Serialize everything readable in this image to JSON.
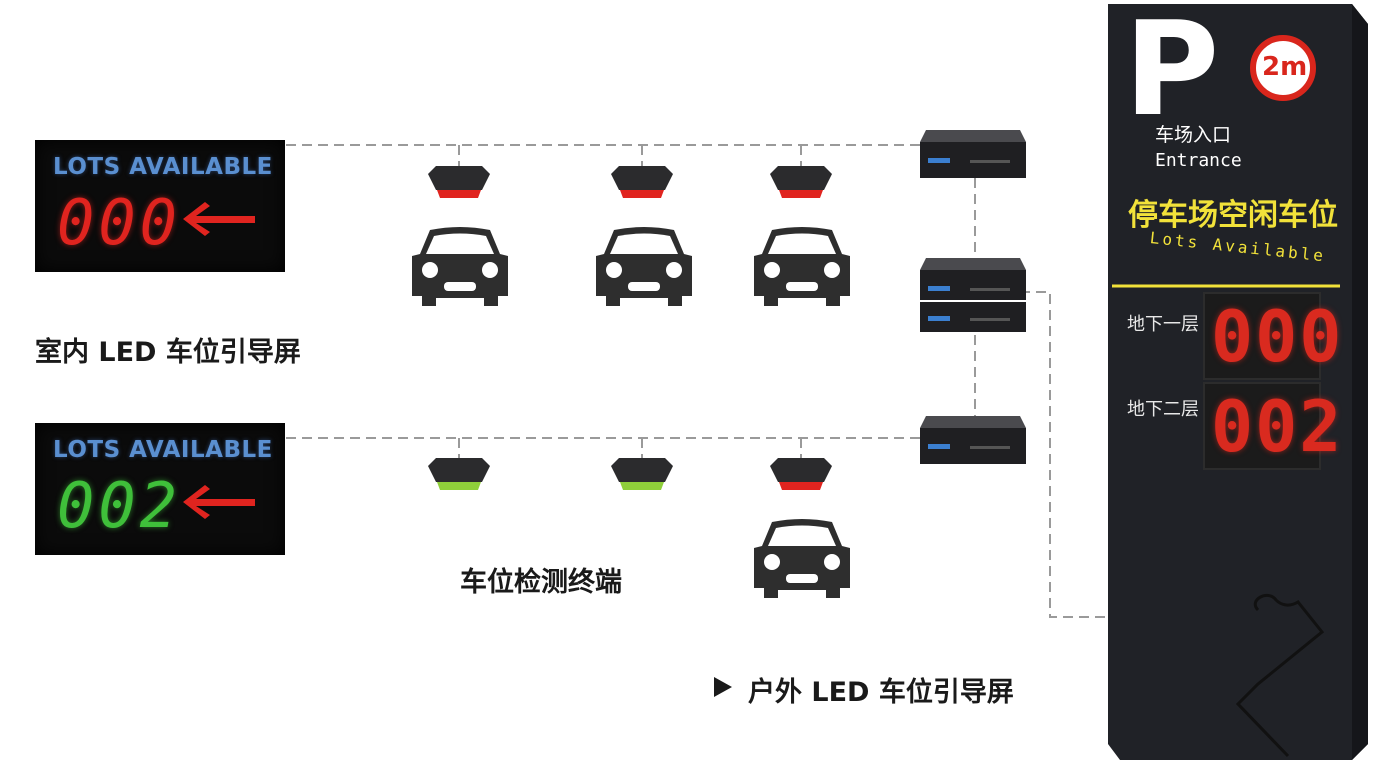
{
  "indoor_panels": [
    {
      "lots_label": "LOTS AVAILABLE",
      "count": "000",
      "count_color": "#e0241f"
    },
    {
      "lots_label": "LOTS AVAILABLE",
      "count": "002",
      "count_color": "#3fbf3a"
    }
  ],
  "labels": {
    "indoor": "室内 LED 车位引导屏",
    "detector": "车位检测终端",
    "outdoor": "户外 LED 车位引导屏"
  },
  "outdoor_sign": {
    "p_letter": "P",
    "entrance_cn": "车场入口",
    "entrance_en": "Entrance",
    "height_limit": "2m",
    "title_cn": "停车场空闲车位",
    "title_en": "Lots Available",
    "floors": [
      {
        "label": "地下一层",
        "count": "000"
      },
      {
        "label": "地下二层",
        "count": "002"
      }
    ]
  },
  "colors": {
    "occupied": "#e0241f",
    "vacant": "#8fcf3a",
    "sign_title": "#f2e23a",
    "sign_body": "#202227"
  },
  "icons": {
    "arrow": "left-arrow-icon",
    "car": "car-icon",
    "detector": "sensor-icon",
    "controller": "controller-box-icon",
    "bullet": "play-triangle-icon"
  }
}
